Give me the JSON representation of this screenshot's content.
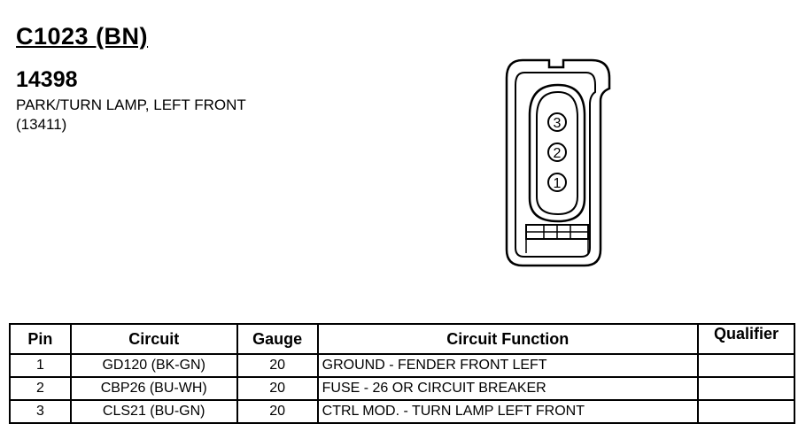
{
  "header": {
    "connector_id": "C1023 (BN)",
    "component_number": "14398",
    "component_name": "PARK/TURN LAMP, LEFT FRONT",
    "component_ref": "(13411)"
  },
  "connector": {
    "pins": [
      "3",
      "2",
      "1"
    ]
  },
  "table": {
    "headers": {
      "pin": "Pin",
      "circuit": "Circuit",
      "gauge": "Gauge",
      "function": "Circuit Function",
      "qualifier": "Qualifier"
    },
    "rows": [
      {
        "pin": "1",
        "circuit": "GD120 (BK-GN)",
        "gauge": "20",
        "function": "GROUND - FENDER FRONT LEFT",
        "qualifier": ""
      },
      {
        "pin": "2",
        "circuit": "CBP26 (BU-WH)",
        "gauge": "20",
        "function": "FUSE - 26 OR CIRCUIT BREAKER",
        "qualifier": ""
      },
      {
        "pin": "3",
        "circuit": "CLS21 (BU-GN)",
        "gauge": "20",
        "function": "CTRL MOD. - TURN LAMP LEFT FRONT",
        "qualifier": ""
      }
    ]
  }
}
